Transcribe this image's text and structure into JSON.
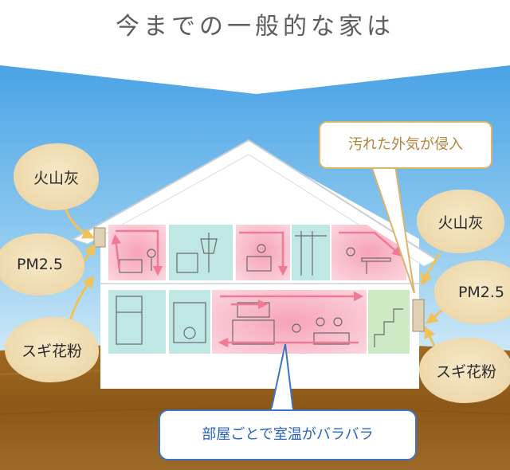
{
  "heading": "今までの一般的な家は",
  "pollutants_left": [
    "火山灰",
    "PM2.5",
    "スギ花粉"
  ],
  "pollutants_right": [
    "火山灰",
    "PM2.5",
    "スギ花粉"
  ],
  "callouts": {
    "outside_air": "汚れた外気が侵入",
    "room_temperature": "部屋ごとで室温がバラバラ"
  },
  "colors": {
    "sky_top": "#4da6e8",
    "sky_bottom": "#d6ecf7",
    "ground": "#8e5b1a",
    "pollutant_blob": "#efdcb2",
    "arrow": "#f2c25a",
    "warm_room": "#f6b2c1",
    "cool_room": "#bfe7e4",
    "callout_outside_border": "#ddb46b",
    "callout_room_border": "#3e73c6"
  },
  "icons": [
    "airflow-arrow-icon",
    "ventilation-vent-icon"
  ]
}
